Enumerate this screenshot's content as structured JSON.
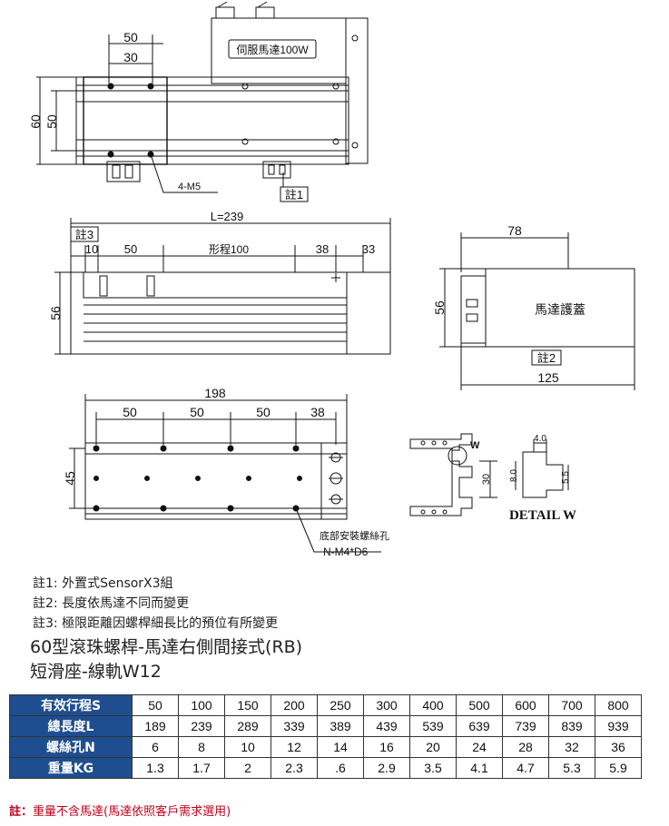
{
  "drawing": {
    "top_view": {
      "motor_label": "伺服馬達100W",
      "dim_50": "50",
      "dim_30": "30",
      "dim_60": "60",
      "dim_50_vertical": "50",
      "hole_label": "4-M5",
      "note_ref": "註1"
    },
    "side_view": {
      "note_ref": "註3",
      "length_label": "L=239",
      "dim_10": "10",
      "dim_50": "50",
      "stroke_label": "形程100",
      "dim_38": "38",
      "dim_33": "33",
      "dim_56": "56"
    },
    "motor_cover": {
      "dim_78": "78",
      "dim_56": "56",
      "label": "馬達護蓋",
      "note_ref": "註2",
      "dim_125": "125"
    },
    "bottom_view": {
      "dim_198": "198",
      "dim_50_a": "50",
      "dim_50_b": "50",
      "dim_50_c": "50",
      "dim_38": "38",
      "dim_45": "45",
      "hole_caption": "底部安裝螺絲孔",
      "hole_spec": "N-M4*D6"
    },
    "detail": {
      "marker": "W",
      "dim_30": "30",
      "dim_4": "4.0",
      "dim_8": "8.0",
      "dim_5_5": "5.5",
      "title": "DETAIL W"
    }
  },
  "notes": [
    "註1: 外置式SensorX3組",
    "註2: 長度依馬達不同而變更",
    "註3: 極限距離因螺桿細長比的預位有所變更"
  ],
  "title_line1": "60型滾珠螺桿-馬達右側間接式(RB)",
  "title_line2": "短滑座-線軌W12",
  "table": {
    "rows": [
      {
        "label": "有效行程S",
        "values": [
          "50",
          "100",
          "150",
          "200",
          "250",
          "300",
          "400",
          "500",
          "600",
          "700",
          "800"
        ]
      },
      {
        "label": "總長度L",
        "values": [
          "189",
          "239",
          "289",
          "339",
          "389",
          "439",
          "539",
          "639",
          "739",
          "839",
          "939"
        ]
      },
      {
        "label": "螺絲孔N",
        "values": [
          "6",
          "8",
          "10",
          "12",
          "14",
          "16",
          "20",
          "24",
          "28",
          "32",
          "36"
        ]
      },
      {
        "label": "重量KG",
        "values": [
          "1.3",
          "1.7",
          "2",
          "2.3",
          ".6",
          "2.9",
          "3.5",
          "4.1",
          "4.7",
          "5.3",
          "5.9"
        ]
      }
    ]
  },
  "footnote_lead": "註：",
  "footnote_text": "重量不含馬達(馬達依照客戶需求選用)",
  "colors": {
    "header_bg": "#1e4e8f",
    "footnote": "#c0001a"
  }
}
